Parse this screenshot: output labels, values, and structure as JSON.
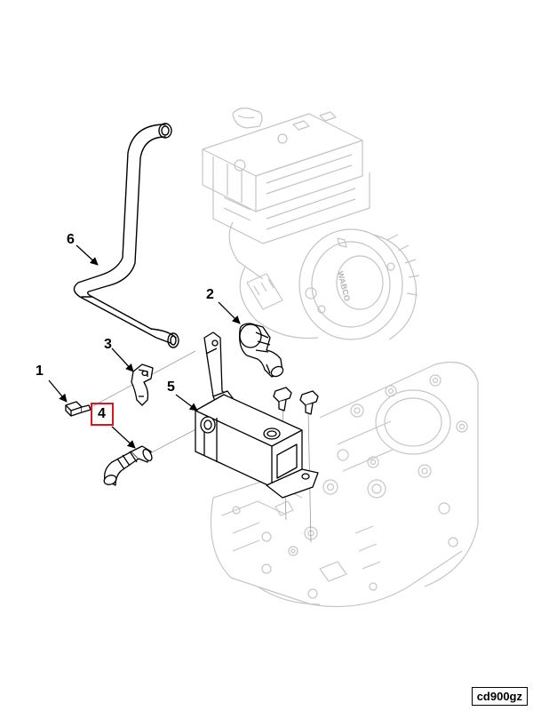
{
  "callouts": [
    {
      "label": "1"
    },
    {
      "label": "2"
    },
    {
      "label": "3"
    },
    {
      "label": "4",
      "highlighted": true
    },
    {
      "label": "5"
    },
    {
      "label": "6"
    }
  ],
  "figure_code": "cd900gz",
  "colors": {
    "line": "#000000",
    "ghost": "#c8c8c8",
    "highlight": "#e0141e"
  }
}
